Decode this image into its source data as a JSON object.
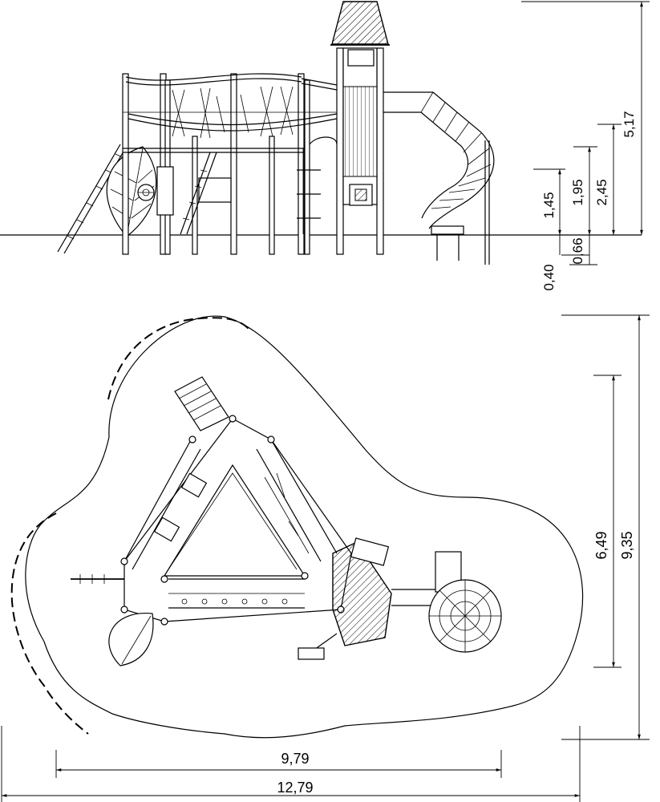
{
  "elevation": {
    "dimensions": {
      "d517": "5,17",
      "d245": "2,45",
      "d195": "1,95",
      "d145": "1,45",
      "d066": "0,66",
      "d040": "0,40"
    }
  },
  "plan": {
    "dimensions": {
      "width_inner": "9,79",
      "width_outer": "12,79",
      "depth_inner": "6,49",
      "depth_outer": "9,35"
    }
  }
}
